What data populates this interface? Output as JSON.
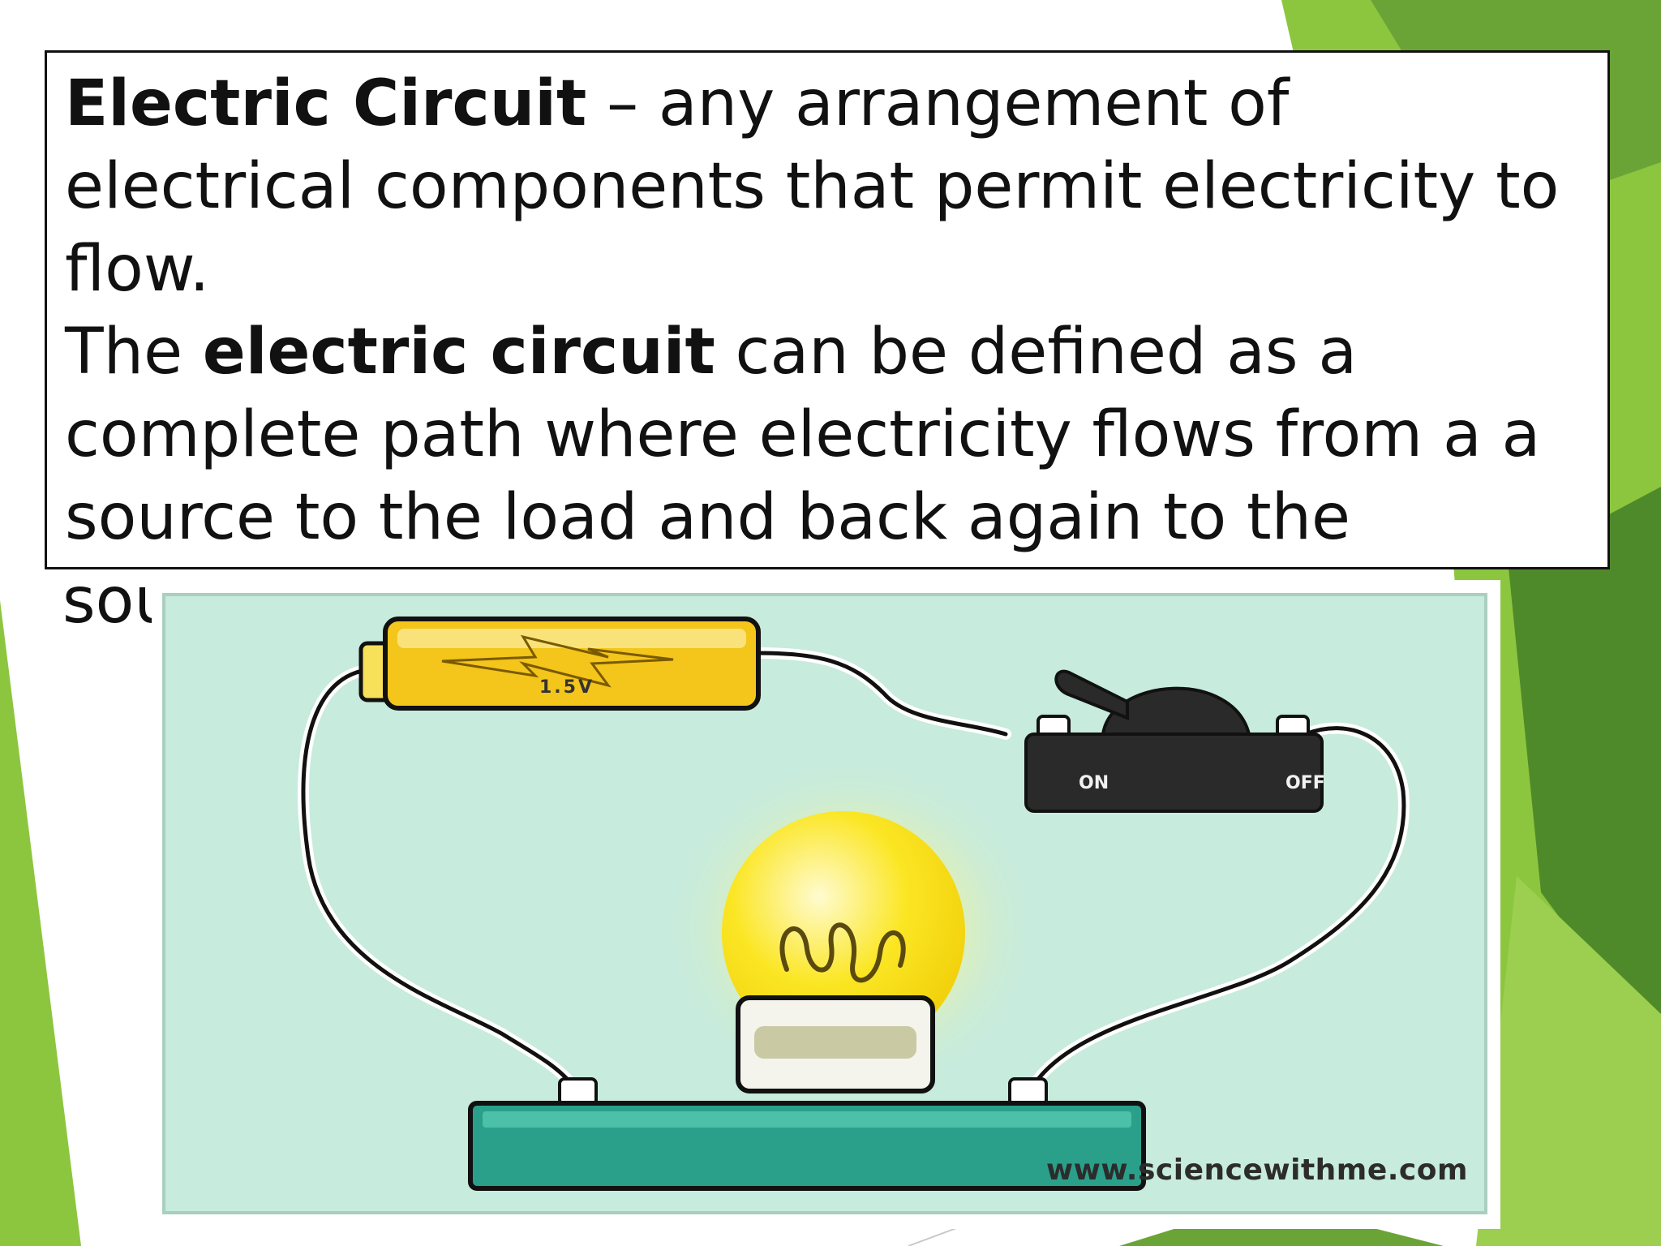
{
  "colors": {
    "green_light": "#8cc63f",
    "green_mid": "#6aa437",
    "green_dark": "#4f8a2a",
    "panel_bg": "#c7ebdc",
    "battery": "#f4c51a",
    "bulb": "#fbe624",
    "base": "#2aa08a",
    "switch": "#2a2a2a"
  },
  "definition": {
    "line1_bold": "Electric Circuit",
    "line1_rest": " – any arrangement of electrical components that permit electricity to flow.",
    "line2_pre": "The ",
    "line2_bold": "electric circuit",
    "line2_rest": " can be defined as a complete path where electricity flows from a a source to the load and back again to the",
    "overflow_text": "source."
  },
  "illustration": {
    "battery_label": "1.5V",
    "switch_on": "ON",
    "switch_off": "OFF",
    "watermark": "www.sciencewithme.com"
  }
}
